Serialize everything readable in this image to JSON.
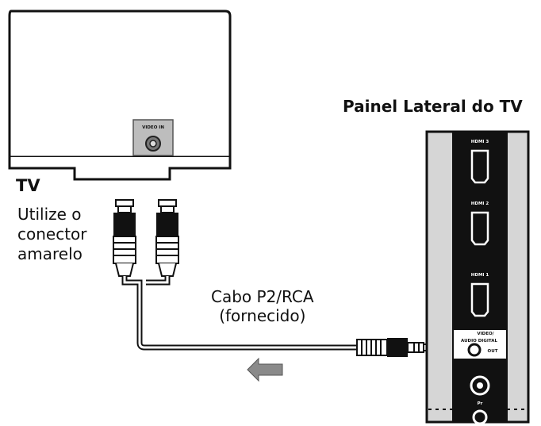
{
  "tv": {
    "title": "TV",
    "port_label": "VIDEO IN",
    "note_lines": [
      "Utilize o",
      "conector",
      "amarelo"
    ]
  },
  "side_panel": {
    "title": "Painel Lateral do TV",
    "ports": {
      "hdmi3": "HDMI 3",
      "hdmi2": "HDMI 2",
      "hdmi1": "HDMI 1",
      "video_line1": "VIDEO/",
      "video_line2": "AUDIO DIGITAL",
      "video_line3": "OUT",
      "pr": "Pr"
    }
  },
  "cable": {
    "name_line1": "Cabo P2/RCA",
    "name_line2": "(fornecido)"
  },
  "colors": {
    "line": "#111111",
    "panel_gray": "#d6d6d6",
    "arrow_gray": "#8a8a8a"
  },
  "icons": {
    "direction": "arrow-left-icon"
  }
}
